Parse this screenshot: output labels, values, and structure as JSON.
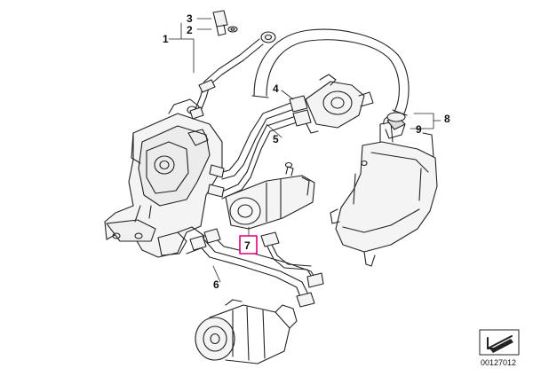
{
  "diagram": {
    "callouts": {
      "c1": "1",
      "c2": "2",
      "c3": "3",
      "c4": "4",
      "c5": "5",
      "c6": "6",
      "c7": "7",
      "c8": "8",
      "c9": "9"
    },
    "highlight_color": "#e0007a",
    "drawing_number": "00127012",
    "icons": [
      "arrow-icon"
    ]
  }
}
